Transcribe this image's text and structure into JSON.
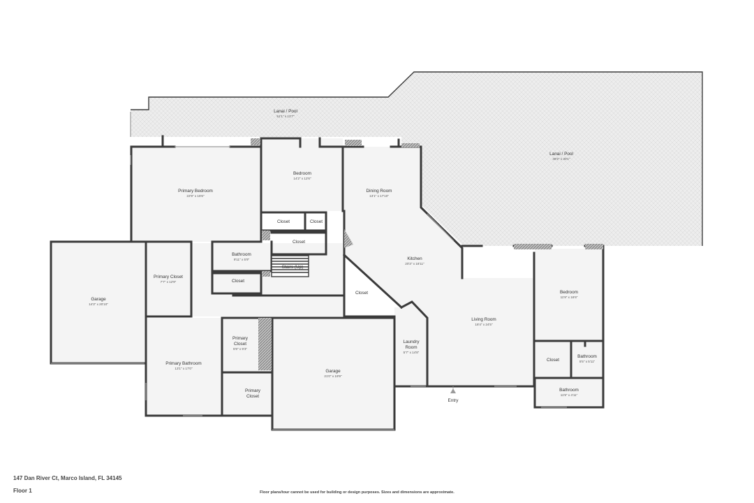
{
  "rooms": {
    "lanai_left": {
      "name": "Lanai / Pool",
      "dim": "51'1\" x 12'7\""
    },
    "lanai_right": {
      "name": "Lanai / Pool",
      "dim": "49'2\" x 30'1\""
    },
    "primary_bedroom": {
      "name": "Primary Bedroom",
      "dim": "22'9\" x 16'6\""
    },
    "bedroom_top": {
      "name": "Bedroom",
      "dim": "14'2\" x 12'6\""
    },
    "dining_room": {
      "name": "Dining Room",
      "dim": "13'1\" x 17'10\""
    },
    "closet_a": {
      "name": "Closet"
    },
    "closet_b": {
      "name": "Closet"
    },
    "closet_c": {
      "name": "Closet"
    },
    "bathroom_mid": {
      "name": "Bathroom",
      "dim": "9'11\" x 5'9\""
    },
    "stairs": {
      "name": "Stairs (Up)"
    },
    "closet_d": {
      "name": "Closet"
    },
    "kitchen": {
      "name": "Kitchen",
      "dim": "20'3\" x 18'11\""
    },
    "closet_e": {
      "name": "Closet"
    },
    "garage_left": {
      "name": "Garage",
      "dim": "14'3\" x 20'10\""
    },
    "primary_closet_top": {
      "name": "Primary Closet",
      "dim": "7'7\" x 12'9\""
    },
    "primary_closet_mid": {
      "name1": "Primary",
      "name2": "Closet",
      "dim": "5'9\" x 9'3\""
    },
    "primary_bathroom": {
      "name": "Primary Bathroom",
      "dim": "13'1\" x 17'0\""
    },
    "primary_closet_low": {
      "name1": "Primary",
      "name2": "Closet"
    },
    "garage_center": {
      "name": "Garage",
      "dim": "21'0\" x 19'9\""
    },
    "laundry": {
      "name1": "Laundry",
      "name2": "Room",
      "dim": "5'7\" x 14'8\""
    },
    "living_room": {
      "name": "Living Room",
      "dim": "18'4\" x 24'5\""
    },
    "bedroom_right": {
      "name": "Bedroom",
      "dim": "11'9\" x 16'6\""
    },
    "closet_f": {
      "name": "Closet"
    },
    "bathroom_small": {
      "name": "Bathroom",
      "dim": "5'5\" x 5'11\""
    },
    "bathroom_bottom": {
      "name": "Bathroom",
      "dim": "11'9\" x 4'11\""
    }
  },
  "entry_label": "Entry",
  "footer": {
    "address": "147 Dan River Ct, Marco Island, FL 34145",
    "floor": "Floor 1",
    "disclaimer": "Floor plans/tour cannot be used for building or design purposes. Sizes and dimensions are approximate."
  }
}
